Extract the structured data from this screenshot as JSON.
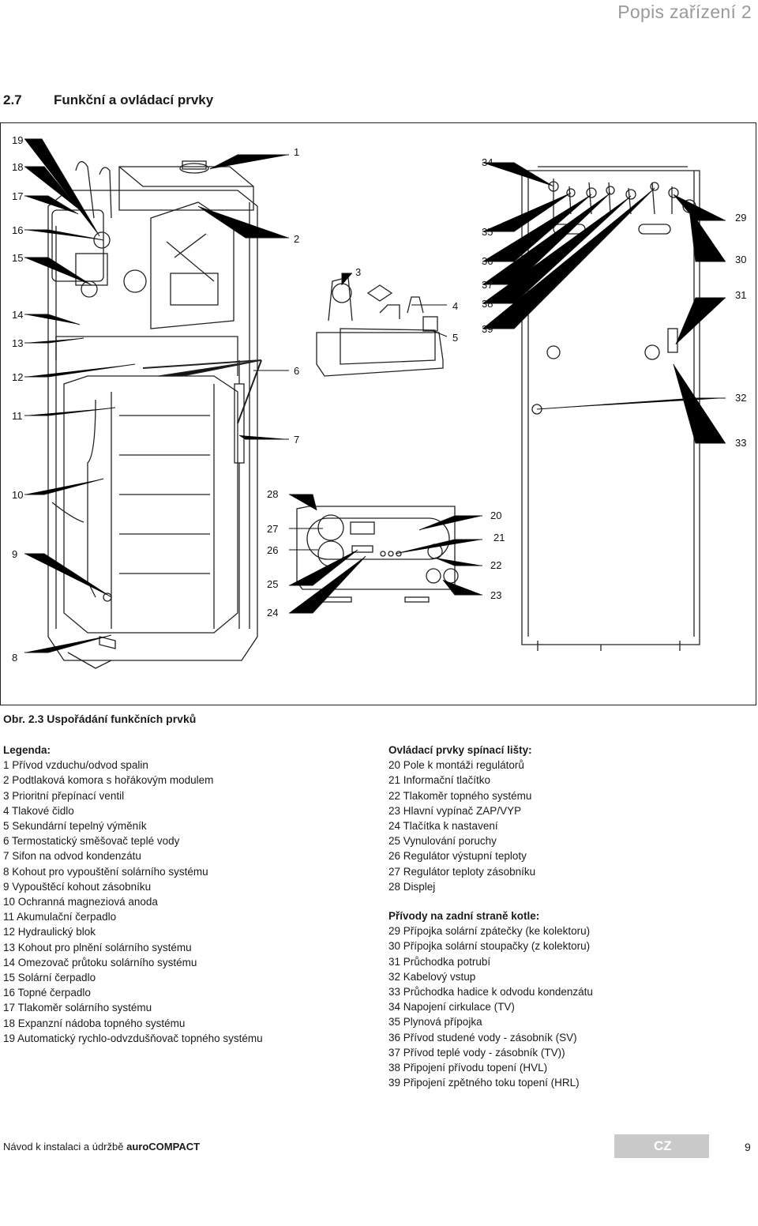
{
  "header": {
    "chapter_title": "Popis zařízení 2"
  },
  "section": {
    "number": "2.7",
    "title": "Funkční a ovládací prvky"
  },
  "figure": {
    "caption": "Obr. 2.3 Uspořádání funkčních prvků",
    "callouts": {
      "n1": "1",
      "n2": "2",
      "n3": "3",
      "n4": "4",
      "n5": "5",
      "n6": "6",
      "n7": "7",
      "n8": "8",
      "n9": "9",
      "n10": "10",
      "n11": "11",
      "n12": "12",
      "n13": "13",
      "n14": "14",
      "n15": "15",
      "n16": "16",
      "n17": "17",
      "n18": "18",
      "n19": "19",
      "n20": "20",
      "n21": "21",
      "n22": "22",
      "n23": "23",
      "n24": "24",
      "n25": "25",
      "n26": "26",
      "n27": "27",
      "n28": "28",
      "n29": "29",
      "n30": "30",
      "n31": "31",
      "n32": "32",
      "n33": "33",
      "n34": "34",
      "n35": "35",
      "n36": "36",
      "n37": "37",
      "n38": "38",
      "n39": "39"
    }
  },
  "legend": {
    "heading": "Legenda:",
    "items": [
      "1 Přívod vzduchu/odvod spalin",
      "2 Podtlaková komora s hořákovým modulem",
      "3 Prioritní přepínací ventil",
      "4 Tlakové čidlo",
      "5 Sekundární tepelný výměník",
      "6 Termostatický směšovač teplé vody",
      "7 Sifon na odvod kondenzátu",
      "8 Kohout pro vypouštění solárního systému",
      "9 Vypouštěcí kohout zásobníku",
      "10 Ochranná magneziová anoda",
      "11 Akumulační čerpadlo",
      "12 Hydraulický blok",
      "13 Kohout pro plnění solárního systému",
      "14 Omezovač průtoku solárního systému",
      "15 Solární čerpadlo",
      "16 Topné čerpadlo",
      "17 Tlakoměr solárního systému",
      "18 Expanzní nádoba topného systému",
      "19 Automatický rychlo-odvzdušňovač topného systému"
    ]
  },
  "controls": {
    "heading": "Ovládací prvky spínací lišty:",
    "items": [
      "20 Pole k montáži regulátorů",
      "21 Informační tlačítko",
      "22 Tlakoměr topného systému",
      "23 Hlavní vypínač ZAP/VYP",
      "24 Tlačítka k nastavení",
      "25 Vynulování poruchy",
      "26 Regulátor výstupní teploty",
      "27 Regulátor teploty zásobníku",
      "28 Displej"
    ]
  },
  "rear": {
    "heading": "Přívody na zadní straně kotle:",
    "items": [
      "29 Přípojka solární zpátečky (ke kolektoru)",
      "30 Přípojka solární stoupačky (z kolektoru)",
      "31 Průchodka potrubí",
      "32 Kabelový vstup",
      "33 Průchodka hadice k odvodu kondenzátu",
      "34 Napojení cirkulace (TV)",
      "35 Plynová přípojka",
      "36 Přívod studené vody - zásobník (SV)",
      "37 Přívod teplé vody - zásobník (TV))",
      "38 Připojení přívodu topení (HVL)",
      "39 Připojení zpětného toku topení (HRL)"
    ]
  },
  "footer": {
    "manual_prefix": "Návod k instalaci a údržbě",
    "product": "auroCOMPACT",
    "country": "CZ",
    "page": "9"
  }
}
